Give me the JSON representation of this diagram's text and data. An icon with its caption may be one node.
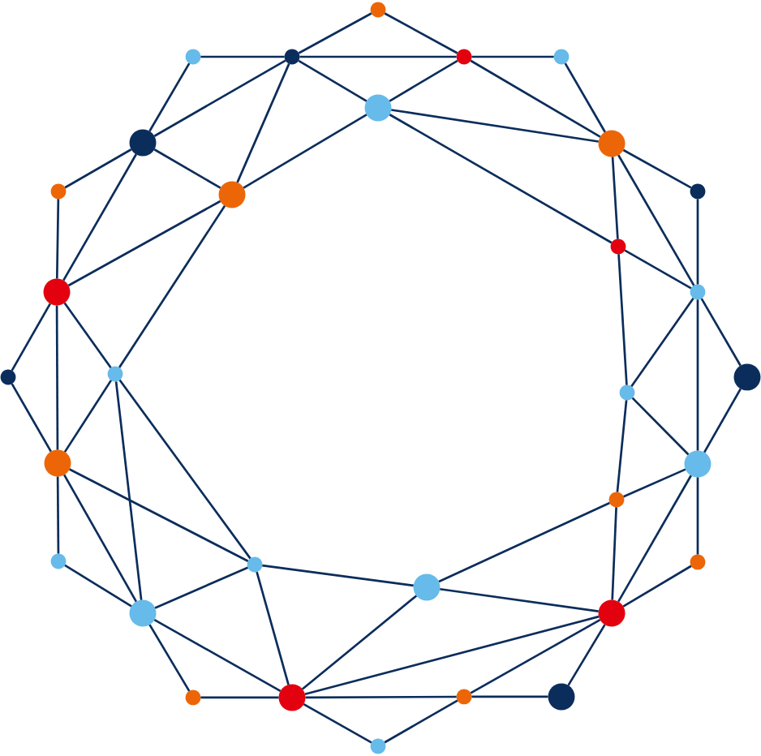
{
  "diagram": {
    "nodes": [
      {
        "text": [],
        "shape": "circle"
      },
      {
        "text": [],
        "shape": "circle"
      },
      {
        "text": [],
        "shape": "circle"
      },
      {
        "text": [],
        "shape": "circle"
      },
      {
        "text": [],
        "shape": "circle"
      },
      {
        "text": [],
        "shape": "circle"
      },
      {
        "text": [],
        "shape": "circle"
      },
      {
        "text": [],
        "shape": "circle"
      },
      {
        "text": [],
        "shape": "circle"
      },
      {
        "text": [],
        "shape": "circle"
      },
      {
        "text": [],
        "shape": "circle"
      },
      {
        "text": [],
        "shape": "circle"
      },
      {
        "text": [],
        "shape": "circle"
      },
      {
        "text": [],
        "shape": "circle"
      },
      {
        "text": [],
        "shape": "circle"
      },
      {
        "text": [],
        "shape": "circle"
      },
      {
        "text": [],
        "shape": "circle"
      },
      {
        "text": [],
        "shape": "circle"
      },
      {
        "text": [],
        "shape": "circle"
      },
      {
        "text": [],
        "shape": "circle"
      },
      {
        "text": [],
        "shape": "circle"
      },
      {
        "text": [],
        "shape": "circle"
      },
      {
        "text": [],
        "shape": "circle"
      },
      {
        "text": [],
        "shape": "circle"
      },
      {
        "text": [],
        "shape": "circle"
      },
      {
        "text": [],
        "shape": "circle"
      },
      {
        "text": [],
        "shape": "circle"
      },
      {
        "text": [],
        "shape": "circle"
      },
      {
        "text": [],
        "shape": "circle"
      },
      {
        "text": [],
        "shape": "circle"
      },
      {
        "text": [],
        "shape": "circle"
      },
      {
        "text": [],
        "shape": "circle"
      }
    ],
    "edges": [
      {
        "from": 0,
        "to": 2,
        "arrow": "none"
      },
      {
        "from": 0,
        "to": 3,
        "arrow": "none"
      },
      {
        "from": 1,
        "to": 2,
        "arrow": "none"
      },
      {
        "from": 2,
        "to": 3,
        "arrow": "none"
      },
      {
        "from": 3,
        "to": 4,
        "arrow": "none"
      },
      {
        "from": 1,
        "to": 6,
        "arrow": "none"
      },
      {
        "from": 2,
        "to": 6,
        "arrow": "none"
      },
      {
        "from": 2,
        "to": 5,
        "arrow": "none"
      },
      {
        "from": 2,
        "to": 9,
        "arrow": "none"
      },
      {
        "from": 3,
        "to": 5,
        "arrow": "none"
      },
      {
        "from": 3,
        "to": 7,
        "arrow": "none"
      },
      {
        "from": 4,
        "to": 7,
        "arrow": "none"
      },
      {
        "from": 5,
        "to": 9,
        "arrow": "none"
      },
      {
        "from": 5,
        "to": 7,
        "arrow": "none"
      },
      {
        "from": 5,
        "to": 11,
        "arrow": "none"
      },
      {
        "from": 6,
        "to": 8,
        "arrow": "none"
      },
      {
        "from": 6,
        "to": 9,
        "arrow": "none"
      },
      {
        "from": 6,
        "to": 12,
        "arrow": "none"
      },
      {
        "from": 7,
        "to": 10,
        "arrow": "none"
      },
      {
        "from": 7,
        "to": 11,
        "arrow": "none"
      },
      {
        "from": 7,
        "to": 13,
        "arrow": "none"
      },
      {
        "from": 8,
        "to": 12,
        "arrow": "none"
      },
      {
        "from": 9,
        "to": 12,
        "arrow": "none"
      },
      {
        "from": 9,
        "to": 15,
        "arrow": "none"
      },
      {
        "from": 10,
        "to": 13,
        "arrow": "none"
      },
      {
        "from": 11,
        "to": 13,
        "arrow": "none"
      },
      {
        "from": 11,
        "to": 16,
        "arrow": "none"
      },
      {
        "from": 12,
        "to": 14,
        "arrow": "none"
      },
      {
        "from": 12,
        "to": 15,
        "arrow": "none"
      },
      {
        "from": 12,
        "to": 18,
        "arrow": "none"
      },
      {
        "from": 13,
        "to": 16,
        "arrow": "none"
      },
      {
        "from": 13,
        "to": 17,
        "arrow": "none"
      },
      {
        "from": 13,
        "to": 19,
        "arrow": "none"
      },
      {
        "from": 14,
        "to": 18,
        "arrow": "none"
      },
      {
        "from": 15,
        "to": 18,
        "arrow": "none"
      },
      {
        "from": 15,
        "to": 25,
        "arrow": "none"
      },
      {
        "from": 15,
        "to": 22,
        "arrow": "none"
      },
      {
        "from": 16,
        "to": 19,
        "arrow": "none"
      },
      {
        "from": 16,
        "to": 20,
        "arrow": "none"
      },
      {
        "from": 17,
        "to": 19,
        "arrow": "none"
      },
      {
        "from": 18,
        "to": 21,
        "arrow": "none"
      },
      {
        "from": 18,
        "to": 25,
        "arrow": "none"
      },
      {
        "from": 18,
        "to": 22,
        "arrow": "none"
      },
      {
        "from": 19,
        "to": 20,
        "arrow": "none"
      },
      {
        "from": 19,
        "to": 23,
        "arrow": "none"
      },
      {
        "from": 19,
        "to": 26,
        "arrow": "none"
      },
      {
        "from": 20,
        "to": 24,
        "arrow": "none"
      },
      {
        "from": 20,
        "to": 26,
        "arrow": "none"
      },
      {
        "from": 21,
        "to": 25,
        "arrow": "none"
      },
      {
        "from": 22,
        "to": 25,
        "arrow": "none"
      },
      {
        "from": 22,
        "to": 24,
        "arrow": "none"
      },
      {
        "from": 22,
        "to": 28,
        "arrow": "none"
      },
      {
        "from": 23,
        "to": 26,
        "arrow": "none"
      },
      {
        "from": 24,
        "to": 26,
        "arrow": "none"
      },
      {
        "from": 24,
        "to": 28,
        "arrow": "none"
      },
      {
        "from": 25,
        "to": 27,
        "arrow": "none"
      },
      {
        "from": 25,
        "to": 28,
        "arrow": "none"
      },
      {
        "from": 26,
        "to": 28,
        "arrow": "none"
      },
      {
        "from": 26,
        "to": 29,
        "arrow": "none"
      },
      {
        "from": 26,
        "to": 30,
        "arrow": "none"
      },
      {
        "from": 27,
        "to": 28,
        "arrow": "none"
      },
      {
        "from": 28,
        "to": 29,
        "arrow": "none"
      },
      {
        "from": 28,
        "to": 31,
        "arrow": "none"
      },
      {
        "from": 29,
        "to": 30,
        "arrow": "none"
      },
      {
        "from": 29,
        "to": 31,
        "arrow": "none"
      }
    ]
  }
}
